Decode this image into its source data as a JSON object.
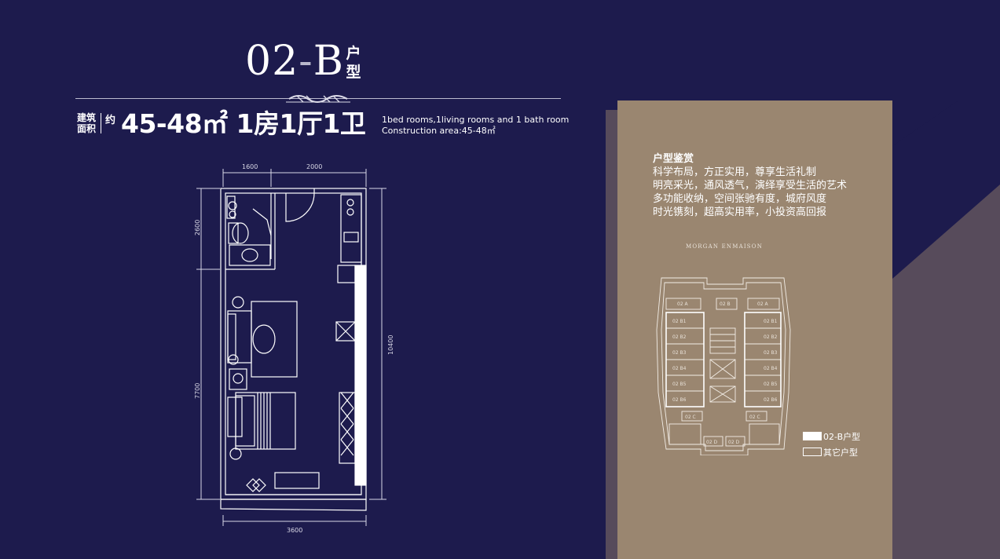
{
  "title": {
    "code_prefix": "02",
    "code_dash": "-",
    "code_suffix": "B",
    "unit_type_label": "户型"
  },
  "area": {
    "label": "建筑面积",
    "approx": "约",
    "value": "45-48㎡ 1房1厅1卫",
    "english_line1": "1bed rooms,1living rooms and 1 bath room",
    "english_line2": "Construction area:45-48㎡"
  },
  "floorplan": {
    "dimensions": {
      "top_left": "1600",
      "top_right": "2000",
      "left_upper": "2600",
      "left_lower": "7700",
      "right": "10400",
      "bottom": "3600"
    }
  },
  "panel": {
    "heading": "户型鉴赏",
    "lines": [
      "科学布局，方正实用，尊享生活礼制",
      "明亮采光，通风透气，演绎享受生活的艺术",
      "多功能收纳，空间张驰有度，城府风度",
      "时光镌刻，超高实用率，小投资高回报"
    ],
    "brand": "MORGAN ENMAISON"
  },
  "keyplan": {
    "units_left": [
      "02 B1",
      "02 B2",
      "02 B3",
      "02 B4",
      "02 B5",
      "02 B6"
    ],
    "units_right": [
      "02 B1",
      "02 B2",
      "02 B3",
      "02 B4",
      "02 B5",
      "02 B6"
    ],
    "top_units": [
      "02 A",
      "02 B",
      "02 A"
    ],
    "bottom_units": [
      "02 C",
      "02 C"
    ],
    "lowest_units": [
      "02 D",
      "02 D"
    ]
  },
  "legend": {
    "main": "02-B户型",
    "other": "其它户型"
  },
  "colors": {
    "background": "#1d1b4d",
    "panel": "#9a8670",
    "panel_shadow": "#574b5b",
    "line": "#ffffff"
  }
}
